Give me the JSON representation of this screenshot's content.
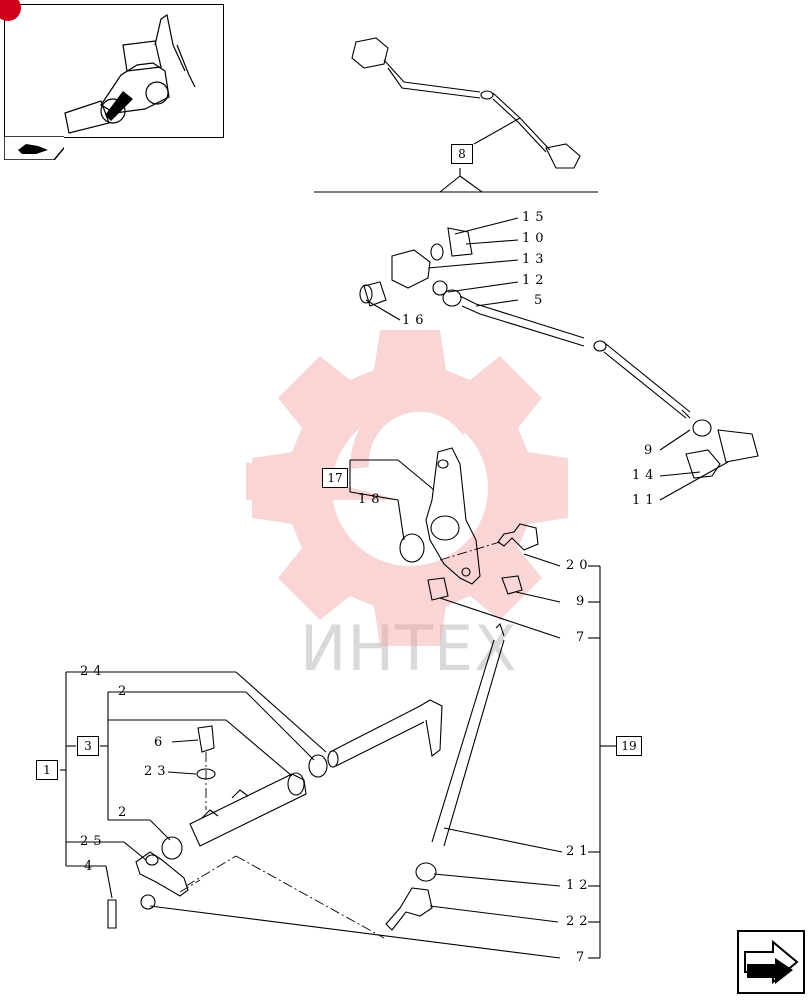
{
  "watermark": {
    "text": "ИНТЕХ",
    "color": "#f4a3a3"
  },
  "thumbnail": {
    "icon": "backhoe-loader-thumbnail",
    "tab_icon": "hand-pointer-icon"
  },
  "nav": {
    "icon": "next-page-arrow-icon"
  },
  "callouts": {
    "c15": "15",
    "c10": "10",
    "c13": "13",
    "c12a": "12",
    "c5": "5",
    "c16": "16",
    "c9a": "9",
    "c14": "14",
    "c11": "11",
    "c18": "18",
    "c20": "20",
    "c9b": "9",
    "c7a": "7",
    "c24": "24",
    "c2a": "2",
    "c6": "6",
    "c23": "23",
    "c2b": "2",
    "c25": "25",
    "c4": "4",
    "c21": "21",
    "c12b": "12",
    "c22": "22",
    "c7b": "7"
  },
  "boxed": {
    "b8": "8",
    "b17": "17",
    "b1": "1",
    "b3": "3",
    "b19": "19"
  }
}
